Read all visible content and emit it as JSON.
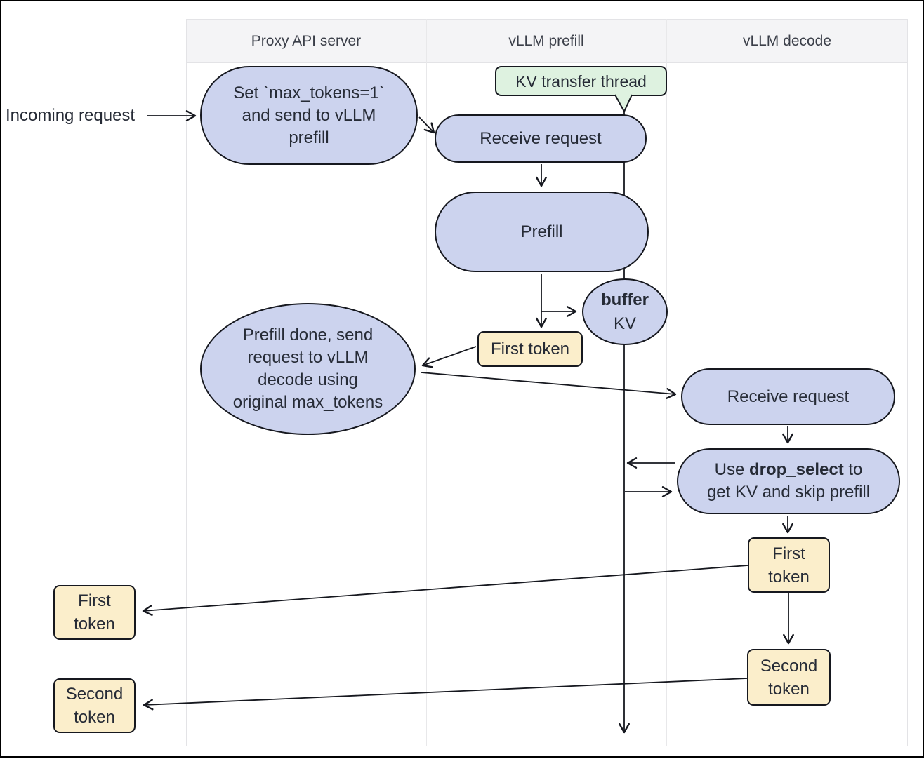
{
  "diagram": {
    "columns": [
      {
        "label": "Proxy API server"
      },
      {
        "label": "vLLM prefill"
      },
      {
        "label": "vLLM decode"
      }
    ],
    "incoming_label": "Incoming request",
    "proxy": {
      "set_max_tokens_lines": [
        "Set `max_tokens=1`",
        "and send to vLLM",
        "prefill"
      ],
      "prefill_done_lines": [
        "Prefill done, send",
        "request to vLLM",
        "decode using",
        "original max_tokens"
      ]
    },
    "prefill": {
      "kv_thread": "KV transfer thread",
      "receive_request": "Receive request",
      "prefill": "Prefill",
      "buffer_bold": "buffer",
      "buffer_rest": "KV",
      "first_token": "First token"
    },
    "decode": {
      "receive_request": "Receive request",
      "drop_select_prefix": "Use ",
      "drop_select_bold": "drop_select",
      "drop_select_suffix": " to",
      "drop_select_line2": "get KV and skip prefill",
      "first_token_lines": [
        "First",
        "token"
      ],
      "second_token_lines": [
        "Second",
        "token"
      ]
    },
    "client": {
      "first_token_lines": [
        "First",
        "token"
      ],
      "second_token_lines": [
        "Second",
        "token"
      ]
    },
    "colors": {
      "node_fill": "#ccd3ee",
      "token_fill": "#fbeecb",
      "thread_fill": "#def2e0",
      "outline": "#16181f",
      "header_bg": "#f4f4f6",
      "panel_border": "#e3e3e6"
    }
  }
}
